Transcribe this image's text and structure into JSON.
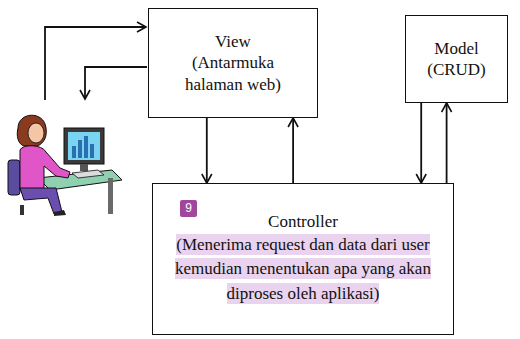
{
  "diagram": {
    "nodes": [
      {
        "text": [
          "View",
          "(Antarmuka halaman web)"
        ]
      },
      {
        "text": [
          "Model",
          "(CRUD)"
        ]
      },
      {
        "text": [
          "Controller",
          "(Menerima request dan data dari user kemudian menentukan apa yang akan diproses oleh aplikasi)"
        ]
      }
    ],
    "edges": [
      {
        "from": 0,
        "to": 2,
        "arrow": "to"
      },
      {
        "from": 2,
        "to": 0,
        "arrow": "to"
      },
      {
        "from": 2,
        "to": 1,
        "arrow": "to"
      },
      {
        "from": 1,
        "to": 2,
        "arrow": "to"
      }
    ],
    "labels": [
      "9"
    ]
  }
}
